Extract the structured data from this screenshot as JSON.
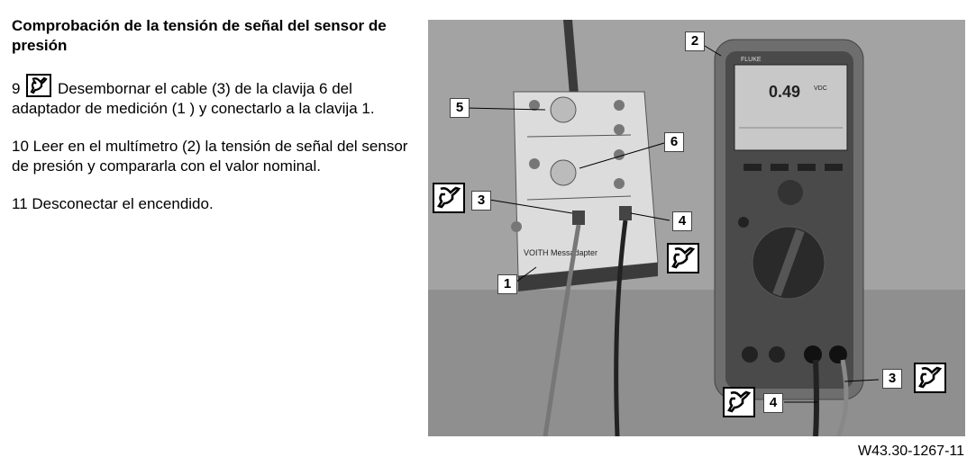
{
  "document": {
    "title": "Comprobación de la tensión de señal del sensor de presión",
    "steps": [
      {
        "number": "9",
        "icon": "tool-icon",
        "text": "Desembornar el cable (3) de la clavija 6 del adaptador de medición (1 ) y conectarlo a la clavija 1."
      },
      {
        "number": "10",
        "text": "Leer en el multímetro (2) la tensión de señal del sensor de presión y compararla con el valor nominal."
      },
      {
        "number": "11",
        "text": "Desconectar el encendido."
      }
    ]
  },
  "figure": {
    "callouts": [
      "1",
      "2",
      "3",
      "4",
      "5",
      "6",
      "3",
      "4"
    ],
    "meter_reading": "0.49",
    "meter_unit": "VDC",
    "meter_brand": "FLUKE",
    "adapter_text": "VOITH Messadapter",
    "caption": "W43.30-1267-11"
  }
}
